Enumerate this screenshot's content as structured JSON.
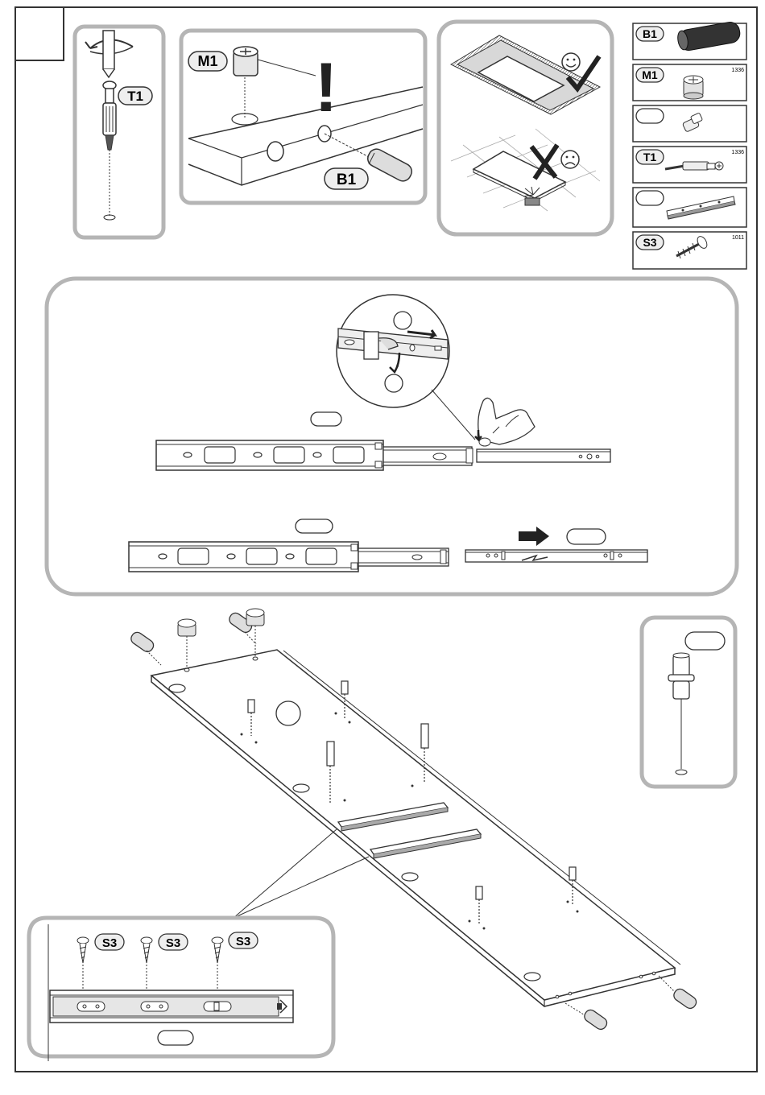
{
  "page": {
    "frame_border_color": "#333333",
    "panel_border_color": "#b5b5b5"
  },
  "parts": [
    {
      "code": "B1",
      "number": ""
    },
    {
      "code": "M1",
      "number": "1336"
    },
    {
      "code": "",
      "number": ""
    },
    {
      "code": "T1",
      "number": "1336"
    },
    {
      "code": "",
      "number": ""
    },
    {
      "code": "S3",
      "number": "1011"
    }
  ],
  "labels": {
    "t1": "T1",
    "m1": "M1",
    "b1": "B1",
    "exclaim": "!",
    "s3": "S3"
  },
  "icons": {
    "good": "smiley-check-icon",
    "bad": "frown-cross-icon",
    "push": "arrow-right-icon"
  }
}
